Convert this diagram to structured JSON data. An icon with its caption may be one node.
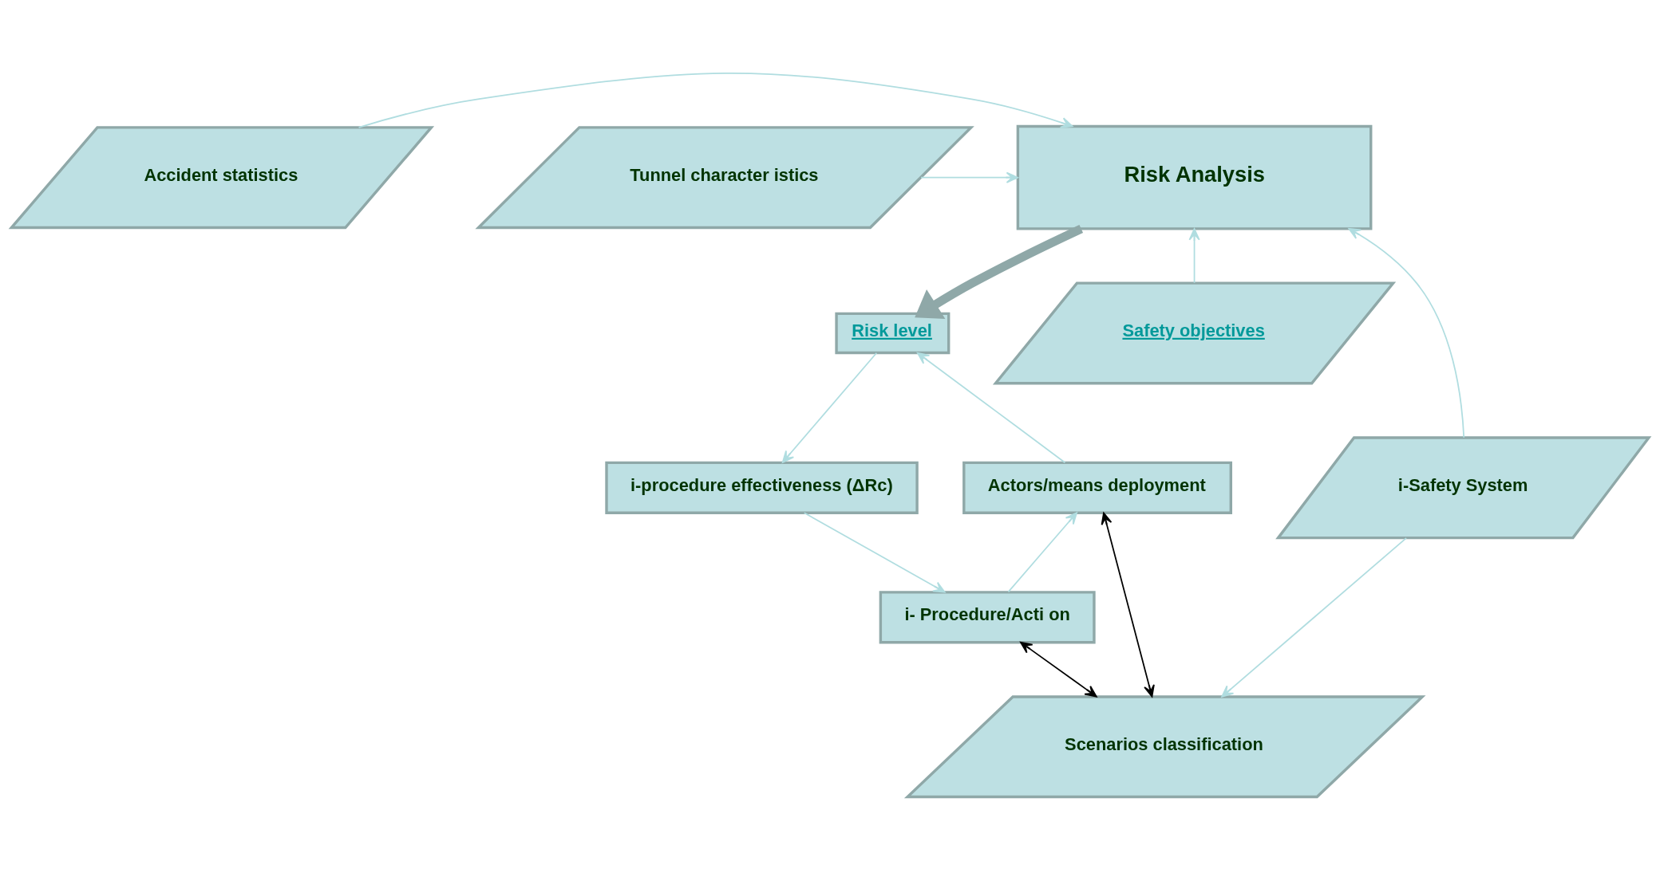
{
  "diagram": {
    "nodes": [
      {
        "text": [
          "Accident statistics"
        ]
      },
      {
        "text": [
          "Risk Analysis"
        ]
      },
      {
        "text": [
          "Tunnel character istics"
        ]
      },
      {
        "text": [
          "Safety objectives"
        ]
      },
      {
        "text": [
          "i-Safety System"
        ]
      },
      {
        "text": [
          "Risk level"
        ]
      },
      {
        "text": [
          "i-procedure effectiveness (ΔRc)"
        ]
      },
      {
        "text": [
          "Actors/means deployment"
        ]
      },
      {
        "text": [
          "i- Procedure/Acti on"
        ]
      },
      {
        "text": [
          "Scenarios classification"
        ]
      }
    ],
    "edges": [
      {
        "from": 0,
        "to": 1,
        "arrow": "to"
      },
      {
        "from": 2,
        "to": 1,
        "arrow": "to"
      },
      {
        "from": 3,
        "to": 1,
        "arrow": "to"
      },
      {
        "from": 4,
        "to": 1,
        "arrow": "to"
      },
      {
        "from": 1,
        "to": 5,
        "arrow": "to",
        "style": "thick"
      },
      {
        "from": 5,
        "to": 6,
        "arrow": "to"
      },
      {
        "from": 6,
        "to": 8,
        "arrow": "to"
      },
      {
        "from": 8,
        "to": 7,
        "arrow": "to"
      },
      {
        "from": 7,
        "to": 5,
        "arrow": "to"
      },
      {
        "from": 4,
        "to": 9,
        "arrow": "to"
      },
      {
        "from": 7,
        "to": 9,
        "arrow": "both",
        "color": "#000000"
      },
      {
        "from": 8,
        "to": 9,
        "arrow": "both",
        "color": "#000000"
      }
    ]
  }
}
